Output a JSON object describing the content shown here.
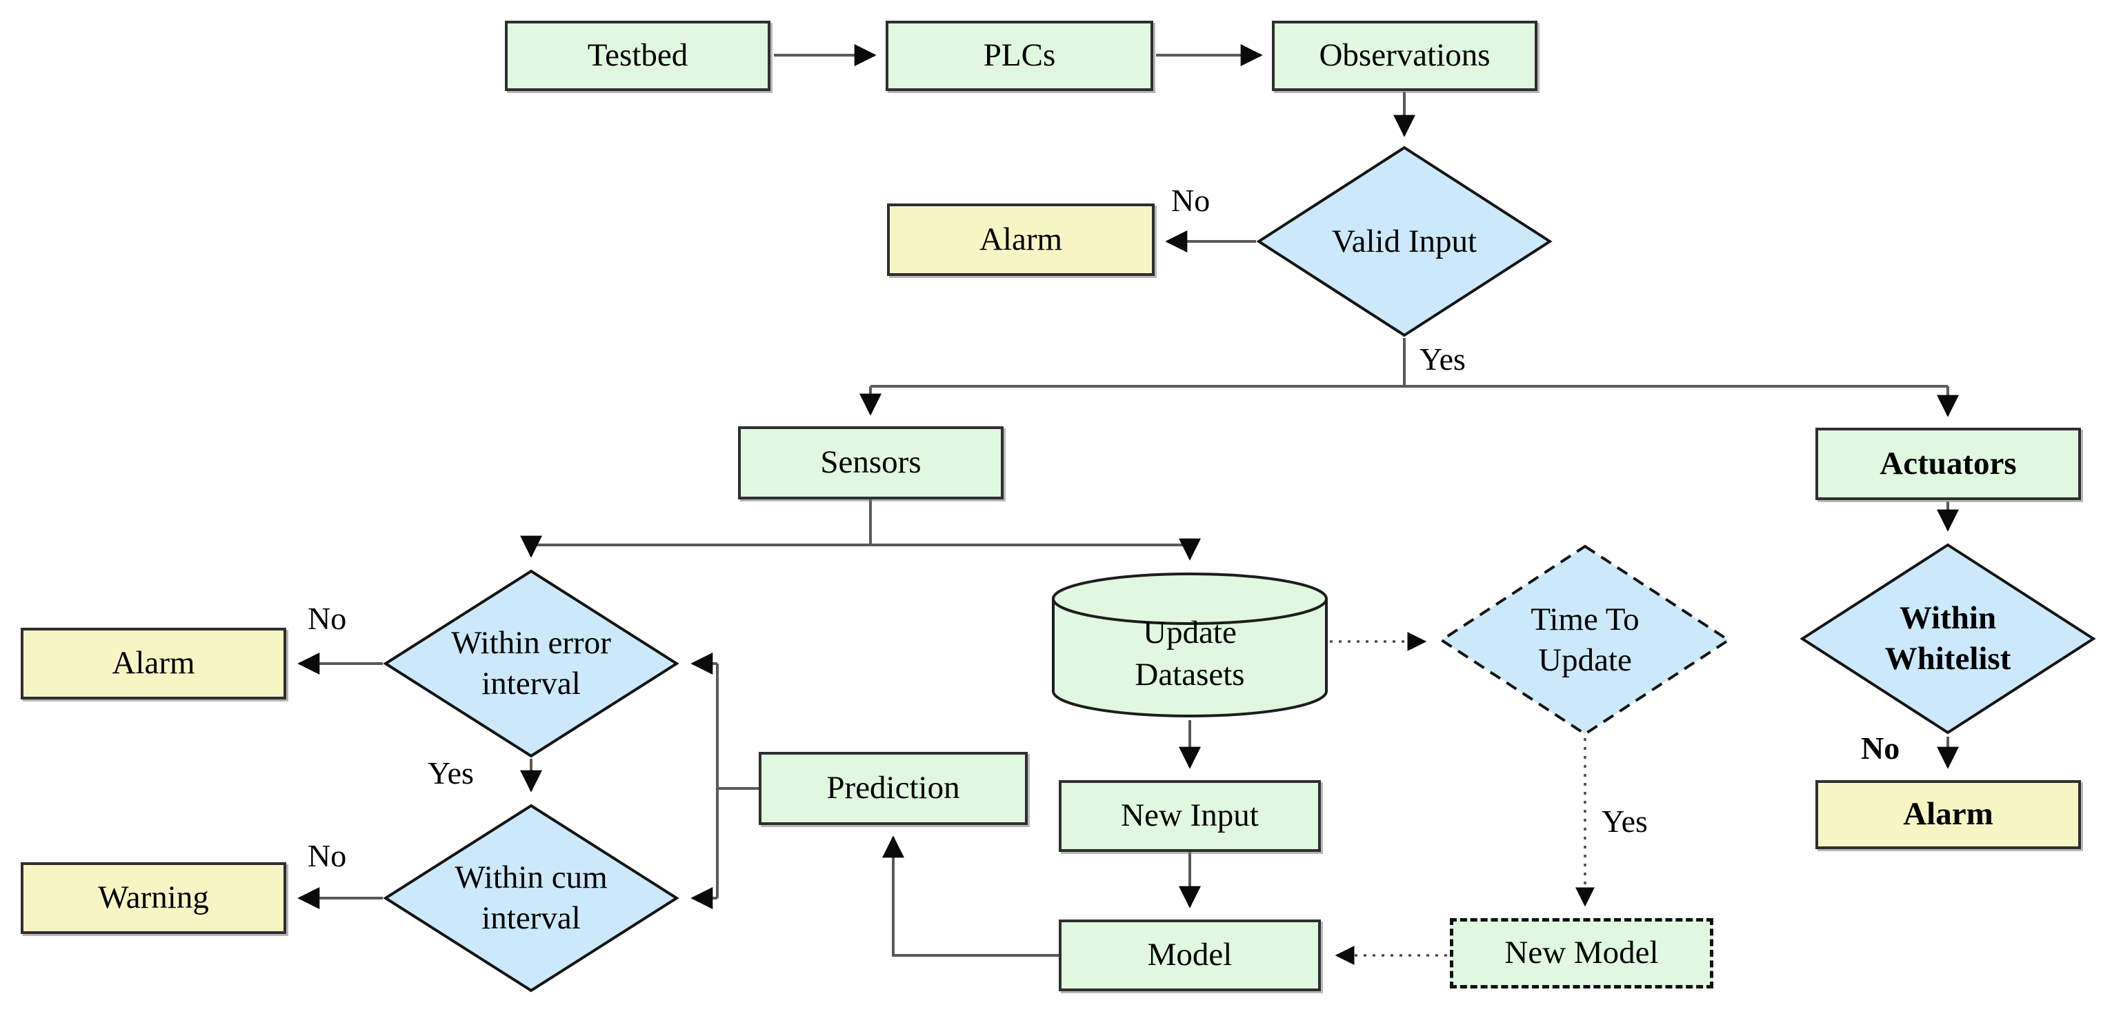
{
  "flowchart": {
    "nodes": {
      "testbed": {
        "label": "Testbed"
      },
      "plcs": {
        "label": "PLCs"
      },
      "observations": {
        "label": "Observations"
      },
      "valid_input": {
        "label": "Valid Input"
      },
      "alarm_top": {
        "label": "Alarm"
      },
      "sensors": {
        "label": "Sensors"
      },
      "actuators": {
        "label": "Actuators"
      },
      "within_error": {
        "line1": "Within error",
        "line2": "interval"
      },
      "alarm_left": {
        "label": "Alarm"
      },
      "within_cum": {
        "line1": "Within cum",
        "line2": "interval"
      },
      "warning": {
        "label": "Warning"
      },
      "prediction": {
        "label": "Prediction"
      },
      "update_datasets": {
        "line1": "Update",
        "line2": "Datasets"
      },
      "new_input": {
        "label": "New Input"
      },
      "model": {
        "label": "Model"
      },
      "time_to_update": {
        "line1": "Time To",
        "line2": "Update"
      },
      "new_model": {
        "label": "New Model"
      },
      "within_whitelist": {
        "line1": "Within",
        "line2": "Whitelist"
      },
      "alarm_right": {
        "label": "Alarm"
      }
    },
    "edge_labels": {
      "valid_no": "No",
      "valid_yes": "Yes",
      "error_no": "No",
      "error_yes": "Yes",
      "cum_no": "No",
      "update_yes": "Yes",
      "whitelist_no": "No"
    },
    "colors": {
      "process_fill": "#dff8df",
      "terminal_fill": "#f8f5c5",
      "decision_fill": "#cbe9fa",
      "border": "#2f2f2f",
      "line": "#5a5a5a",
      "arrowhead": "#0a0a0a",
      "background": "#ffffff",
      "text": "#000000"
    }
  }
}
